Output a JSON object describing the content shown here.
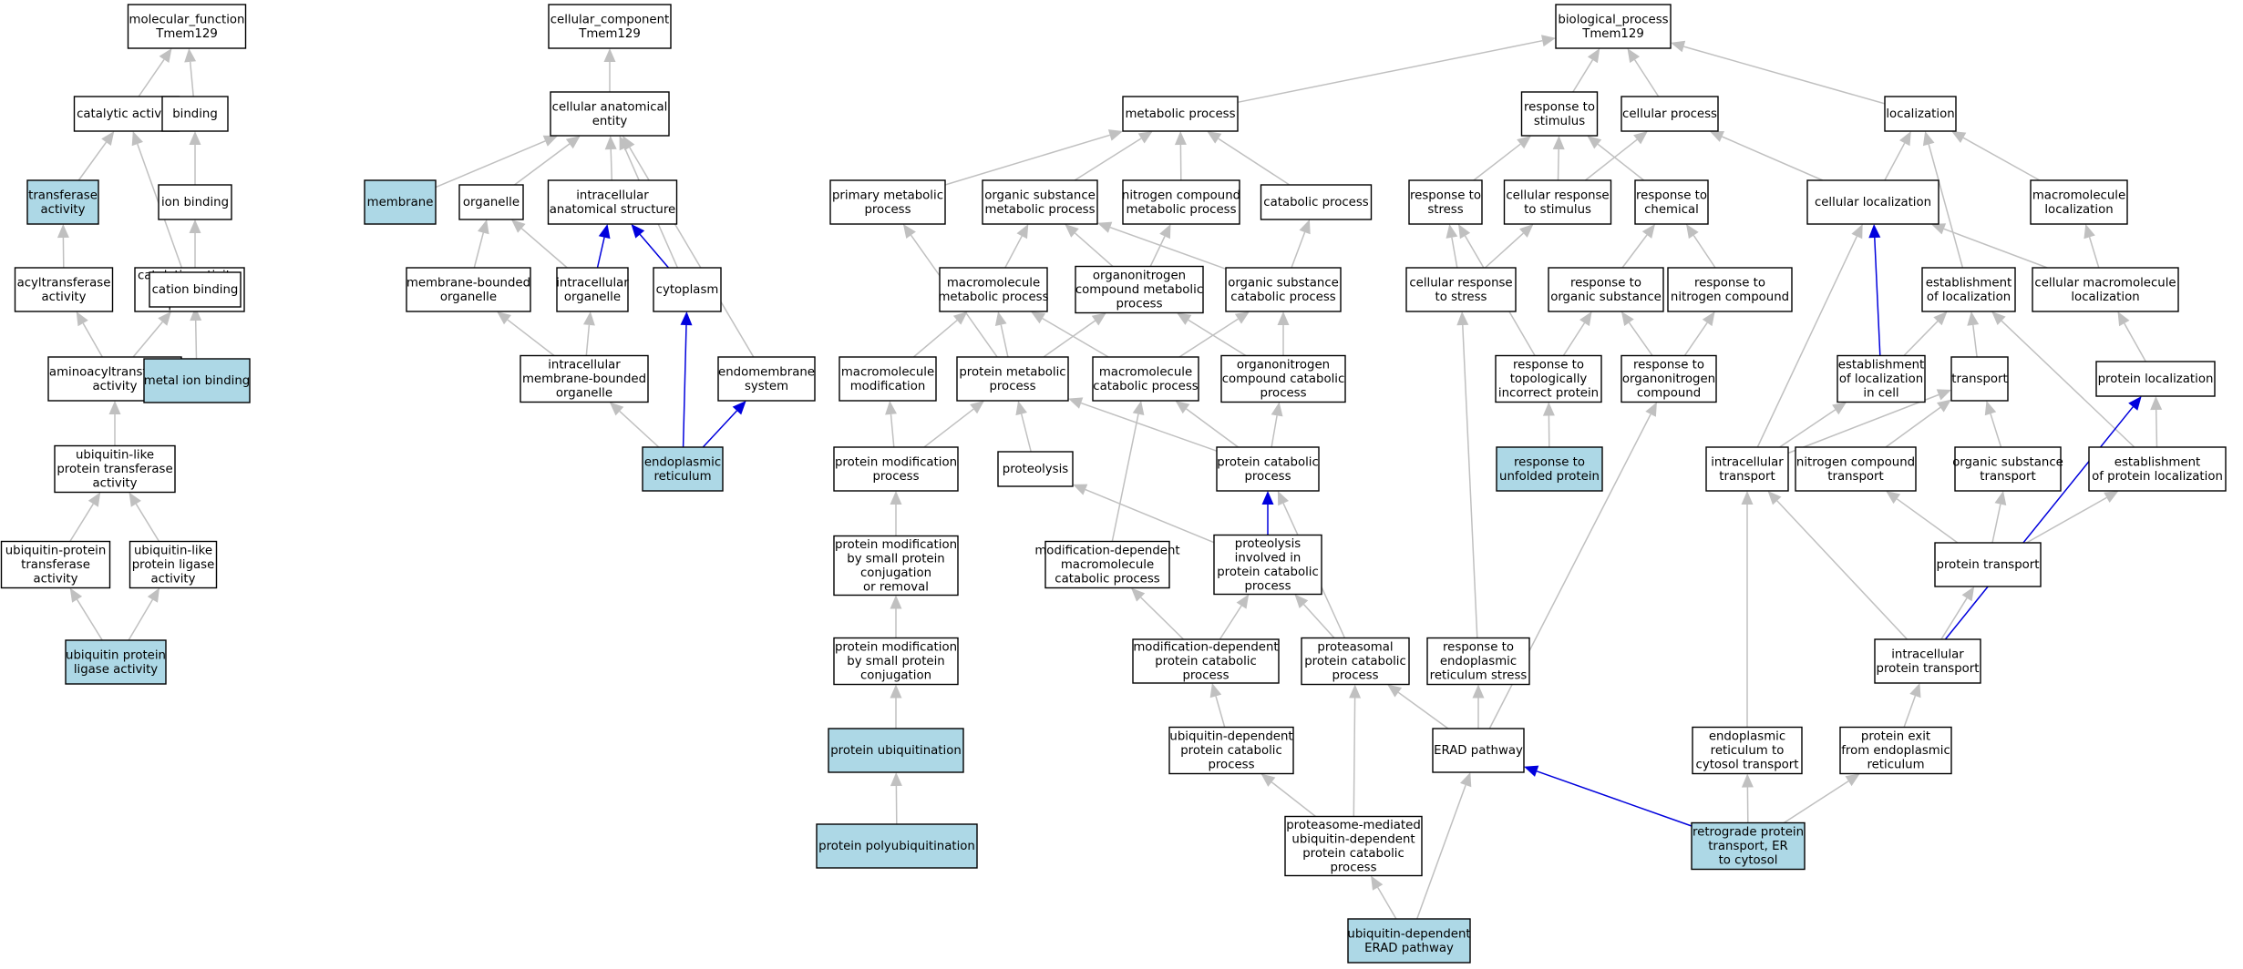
{
  "colors": {
    "highlight_fill": "#add8e6",
    "node_fill": "#ffffff",
    "is_a_edge": "#c0c0c0",
    "part_of_edge": "#0000dd"
  },
  "nodes": {
    "mf_root": {
      "lines": [
        "molecular_function",
        "Tmem129"
      ]
    },
    "catalytic": {
      "lines": [
        "catalytic activity"
      ]
    },
    "binding": {
      "lines": [
        "binding"
      ]
    },
    "transferase": {
      "lines": [
        "transferase",
        "activity"
      ],
      "highlight": true
    },
    "ion_binding": {
      "lines": [
        "ion binding"
      ]
    },
    "acyltransferase": {
      "lines": [
        "acyltransferase",
        "activity"
      ]
    },
    "cat_protein": {
      "lines": [
        "catalytic activity,",
        "acting on a",
        "protein"
      ]
    },
    "cation_binding": {
      "lines": [
        "cation binding"
      ]
    },
    "aminoacyl": {
      "lines": [
        "aminoacyltransferase",
        "activity"
      ]
    },
    "metal_ion": {
      "lines": [
        "metal ion binding"
      ],
      "highlight": true
    },
    "ubl_transferase": {
      "lines": [
        "ubiquitin-like",
        "protein transferase",
        "activity"
      ]
    },
    "ub_transferase": {
      "lines": [
        "ubiquitin-protein",
        "transferase",
        "activity"
      ]
    },
    "ubl_ligase": {
      "lines": [
        "ubiquitin-like",
        "protein ligase",
        "activity"
      ]
    },
    "ub_ligase": {
      "lines": [
        "ubiquitin protein",
        "ligase activity"
      ],
      "highlight": true
    },
    "cc_root": {
      "lines": [
        "cellular_component",
        "Tmem129"
      ]
    },
    "cae": {
      "lines": [
        "cellular anatomical",
        "entity"
      ]
    },
    "membrane": {
      "lines": [
        "membrane"
      ],
      "highlight": true
    },
    "organelle": {
      "lines": [
        "organelle"
      ]
    },
    "ias": {
      "lines": [
        "intracellular",
        "anatomical structure"
      ]
    },
    "mbo": {
      "lines": [
        "membrane-bounded",
        "organelle"
      ]
    },
    "io": {
      "lines": [
        "intracellular",
        "organelle"
      ]
    },
    "cytoplasm": {
      "lines": [
        "cytoplasm"
      ]
    },
    "imbo": {
      "lines": [
        "intracellular",
        "membrane-bounded",
        "organelle"
      ]
    },
    "endomembrane": {
      "lines": [
        "endomembrane",
        "system"
      ]
    },
    "er": {
      "lines": [
        "endoplasmic",
        "reticulum"
      ],
      "highlight": true
    },
    "bp_root": {
      "lines": [
        "biological_process",
        "Tmem129"
      ]
    },
    "metabolic": {
      "lines": [
        "metabolic process"
      ]
    },
    "resp_stim": {
      "lines": [
        "response to",
        "stimulus"
      ]
    },
    "cell_proc": {
      "lines": [
        "cellular process"
      ]
    },
    "localization": {
      "lines": [
        "localization"
      ]
    },
    "primary_met": {
      "lines": [
        "primary metabolic",
        "process"
      ]
    },
    "org_sub_met": {
      "lines": [
        "organic substance",
        "metabolic process"
      ]
    },
    "n_comp_met": {
      "lines": [
        "nitrogen compound",
        "metabolic process"
      ]
    },
    "catabolic": {
      "lines": [
        "catabolic process"
      ]
    },
    "resp_stress": {
      "lines": [
        "response to",
        "stress"
      ]
    },
    "cell_resp_stim": {
      "lines": [
        "cellular response",
        "to stimulus"
      ]
    },
    "resp_chem": {
      "lines": [
        "response to",
        "chemical"
      ]
    },
    "cell_loc": {
      "lines": [
        "cellular localization"
      ]
    },
    "macro_loc": {
      "lines": [
        "macromolecule",
        "localization"
      ]
    },
    "macro_met": {
      "lines": [
        "macromolecule",
        "metabolic process"
      ]
    },
    "orgN_met": {
      "lines": [
        "organonitrogen",
        "compound metabolic",
        "process"
      ]
    },
    "org_sub_cat": {
      "lines": [
        "organic substance",
        "catabolic process"
      ]
    },
    "cell_resp_stress": {
      "lines": [
        "cellular response",
        "to stress"
      ]
    },
    "resp_org_sub": {
      "lines": [
        "response to",
        "organic substance"
      ]
    },
    "resp_n_comp": {
      "lines": [
        "response to",
        "nitrogen compound"
      ]
    },
    "est_loc": {
      "lines": [
        "establishment",
        "of localization"
      ]
    },
    "cell_macro_loc": {
      "lines": [
        "cellular macromolecule",
        "localization"
      ]
    },
    "macro_mod": {
      "lines": [
        "macromolecule",
        "modification"
      ]
    },
    "prot_met": {
      "lines": [
        "protein metabolic",
        "process"
      ]
    },
    "macro_cat": {
      "lines": [
        "macromolecule",
        "catabolic process"
      ]
    },
    "orgN_cat": {
      "lines": [
        "organonitrogen",
        "compound catabolic",
        "process"
      ]
    },
    "resp_top": {
      "lines": [
        "response to",
        "topologically",
        "incorrect protein"
      ]
    },
    "resp_orgN": {
      "lines": [
        "response to",
        "organonitrogen",
        "compound"
      ]
    },
    "est_loc_cell": {
      "lines": [
        "establishment",
        "of localization",
        "in cell"
      ]
    },
    "transport": {
      "lines": [
        "transport"
      ]
    },
    "prot_loc": {
      "lines": [
        "protein localization"
      ]
    },
    "prot_mod": {
      "lines": [
        "protein modification",
        "process"
      ]
    },
    "proteolysis": {
      "lines": [
        "proteolysis"
      ]
    },
    "prot_cat": {
      "lines": [
        "protein catabolic",
        "process"
      ]
    },
    "resp_unfolded": {
      "lines": [
        "response to",
        "unfolded protein"
      ],
      "highlight": true
    },
    "ic_transport": {
      "lines": [
        "intracellular",
        "transport"
      ]
    },
    "n_comp_transport": {
      "lines": [
        "nitrogen compound",
        "transport"
      ]
    },
    "org_sub_transport": {
      "lines": [
        "organic substance",
        "transport"
      ]
    },
    "est_prot_loc": {
      "lines": [
        "establishment",
        "of protein localization"
      ]
    },
    "prot_mod_small": {
      "lines": [
        "protein modification",
        "by small protein",
        "conjugation",
        "or removal"
      ]
    },
    "mod_dep_macro": {
      "lines": [
        "modification-dependent",
        "macromolecule",
        "catabolic process"
      ]
    },
    "proteolysis_cat": {
      "lines": [
        "proteolysis",
        "involved in",
        "protein catabolic",
        "process"
      ]
    },
    "prot_transport": {
      "lines": [
        "protein transport"
      ]
    },
    "prot_mod_conj": {
      "lines": [
        "protein modification",
        "by small protein",
        "conjugation"
      ]
    },
    "mod_dep_prot": {
      "lines": [
        "modification-dependent",
        "protein catabolic",
        "process"
      ]
    },
    "proteasomal": {
      "lines": [
        "proteasomal",
        "protein catabolic",
        "process"
      ]
    },
    "resp_er_stress": {
      "lines": [
        "response to",
        "endoplasmic",
        "reticulum stress"
      ]
    },
    "ic_prot_transport": {
      "lines": [
        "intracellular",
        "protein transport"
      ]
    },
    "prot_ubiq": {
      "lines": [
        "protein ubiquitination"
      ],
      "highlight": true
    },
    "ub_dep_cat": {
      "lines": [
        "ubiquitin-dependent",
        "protein catabolic",
        "process"
      ]
    },
    "erad": {
      "lines": [
        "ERAD pathway"
      ]
    },
    "er_cytosol": {
      "lines": [
        "endoplasmic",
        "reticulum to",
        "cytosol transport"
      ]
    },
    "prot_exit": {
      "lines": [
        "protein exit",
        "from endoplasmic",
        "reticulum"
      ]
    },
    "prot_polyubiq": {
      "lines": [
        "protein polyubiquitination"
      ],
      "highlight": true
    },
    "proteasome_med": {
      "lines": [
        "proteasome-mediated",
        "ubiquitin-dependent",
        "protein catabolic",
        "process"
      ]
    },
    "retrograde": {
      "lines": [
        "retrograde protein",
        "transport, ER",
        "to cytosol"
      ],
      "highlight": true
    },
    "ub_erad": {
      "lines": [
        "ubiquitin-dependent",
        "ERAD pathway"
      ],
      "highlight": true
    }
  },
  "edges": [
    {
      "from": "catalytic",
      "to": "mf_root",
      "rel": "is_a"
    },
    {
      "from": "binding",
      "to": "mf_root",
      "rel": "is_a"
    },
    {
      "from": "transferase",
      "to": "catalytic",
      "rel": "is_a"
    },
    {
      "from": "cat_protein",
      "to": "catalytic",
      "rel": "is_a"
    },
    {
      "from": "ion_binding",
      "to": "binding",
      "rel": "is_a"
    },
    {
      "from": "acyltransferase",
      "to": "transferase",
      "rel": "is_a"
    },
    {
      "from": "cation_binding",
      "to": "ion_binding",
      "rel": "is_a"
    },
    {
      "from": "aminoacyl",
      "to": "acyltransferase",
      "rel": "is_a"
    },
    {
      "from": "aminoacyl",
      "to": "cat_protein",
      "rel": "is_a"
    },
    {
      "from": "metal_ion",
      "to": "cation_binding",
      "rel": "is_a"
    },
    {
      "from": "ubl_transferase",
      "to": "aminoacyl",
      "rel": "is_a"
    },
    {
      "from": "ub_transferase",
      "to": "ubl_transferase",
      "rel": "is_a"
    },
    {
      "from": "ubl_ligase",
      "to": "ubl_transferase",
      "rel": "is_a"
    },
    {
      "from": "ub_ligase",
      "to": "ub_transferase",
      "rel": "is_a"
    },
    {
      "from": "ub_ligase",
      "to": "ubl_ligase",
      "rel": "is_a"
    },
    {
      "from": "cae",
      "to": "cc_root",
      "rel": "is_a"
    },
    {
      "from": "membrane",
      "to": "cae",
      "rel": "is_a"
    },
    {
      "from": "organelle",
      "to": "cae",
      "rel": "is_a"
    },
    {
      "from": "ias",
      "to": "cae",
      "rel": "is_a"
    },
    {
      "from": "cytoplasm",
      "to": "cae",
      "rel": "is_a"
    },
    {
      "from": "endomembrane",
      "to": "cae",
      "rel": "is_a"
    },
    {
      "from": "mbo",
      "to": "organelle",
      "rel": "is_a"
    },
    {
      "from": "io",
      "to": "organelle",
      "rel": "is_a"
    },
    {
      "from": "io",
      "to": "ias",
      "rel": "part_of"
    },
    {
      "from": "cytoplasm",
      "to": "ias",
      "rel": "part_of"
    },
    {
      "from": "imbo",
      "to": "mbo",
      "rel": "is_a"
    },
    {
      "from": "imbo",
      "to": "io",
      "rel": "is_a"
    },
    {
      "from": "er",
      "to": "imbo",
      "rel": "is_a"
    },
    {
      "from": "er",
      "to": "cytoplasm",
      "rel": "part_of"
    },
    {
      "from": "er",
      "to": "endomembrane",
      "rel": "part_of"
    },
    {
      "from": "metabolic",
      "to": "bp_root",
      "rel": "is_a"
    },
    {
      "from": "resp_stim",
      "to": "bp_root",
      "rel": "is_a"
    },
    {
      "from": "cell_proc",
      "to": "bp_root",
      "rel": "is_a"
    },
    {
      "from": "localization",
      "to": "bp_root",
      "rel": "is_a"
    },
    {
      "from": "primary_met",
      "to": "metabolic",
      "rel": "is_a"
    },
    {
      "from": "org_sub_met",
      "to": "metabolic",
      "rel": "is_a"
    },
    {
      "from": "n_comp_met",
      "to": "metabolic",
      "rel": "is_a"
    },
    {
      "from": "catabolic",
      "to": "metabolic",
      "rel": "is_a"
    },
    {
      "from": "resp_stress",
      "to": "resp_stim",
      "rel": "is_a"
    },
    {
      "from": "cell_resp_stim",
      "to": "resp_stim",
      "rel": "is_a"
    },
    {
      "from": "cell_resp_stim",
      "to": "cell_proc",
      "rel": "is_a"
    },
    {
      "from": "resp_chem",
      "to": "resp_stim",
      "rel": "is_a"
    },
    {
      "from": "cell_loc",
      "to": "cell_proc",
      "rel": "is_a"
    },
    {
      "from": "cell_loc",
      "to": "localization",
      "rel": "is_a"
    },
    {
      "from": "macro_loc",
      "to": "localization",
      "rel": "is_a"
    },
    {
      "from": "macro_met",
      "to": "org_sub_met",
      "rel": "is_a"
    },
    {
      "from": "orgN_met",
      "to": "org_sub_met",
      "rel": "is_a"
    },
    {
      "from": "orgN_met",
      "to": "n_comp_met",
      "rel": "is_a"
    },
    {
      "from": "org_sub_cat",
      "to": "org_sub_met",
      "rel": "is_a"
    },
    {
      "from": "org_sub_cat",
      "to": "catabolic",
      "rel": "is_a"
    },
    {
      "from": "cell_resp_stress",
      "to": "resp_stress",
      "rel": "is_a"
    },
    {
      "from": "cell_resp_stress",
      "to": "cell_resp_stim",
      "rel": "is_a"
    },
    {
      "from": "resp_org_sub",
      "to": "resp_chem",
      "rel": "is_a"
    },
    {
      "from": "resp_n_comp",
      "to": "resp_chem",
      "rel": "is_a"
    },
    {
      "from": "est_loc",
      "to": "localization",
      "rel": "is_a"
    },
    {
      "from": "cell_macro_loc",
      "to": "cell_loc",
      "rel": "is_a"
    },
    {
      "from": "cell_macro_loc",
      "to": "macro_loc",
      "rel": "is_a"
    },
    {
      "from": "macro_mod",
      "to": "macro_met",
      "rel": "is_a"
    },
    {
      "from": "prot_met",
      "to": "primary_met",
      "rel": "is_a"
    },
    {
      "from": "prot_met",
      "to": "macro_met",
      "rel": "is_a"
    },
    {
      "from": "prot_met",
      "to": "orgN_met",
      "rel": "is_a"
    },
    {
      "from": "macro_cat",
      "to": "macro_met",
      "rel": "is_a"
    },
    {
      "from": "macro_cat",
      "to": "org_sub_cat",
      "rel": "is_a"
    },
    {
      "from": "orgN_cat",
      "to": "orgN_met",
      "rel": "is_a"
    },
    {
      "from": "orgN_cat",
      "to": "org_sub_cat",
      "rel": "is_a"
    },
    {
      "from": "resp_top",
      "to": "resp_stress",
      "rel": "is_a"
    },
    {
      "from": "resp_top",
      "to": "resp_org_sub",
      "rel": "is_a"
    },
    {
      "from": "resp_orgN",
      "to": "resp_org_sub",
      "rel": "is_a"
    },
    {
      "from": "resp_orgN",
      "to": "resp_n_comp",
      "rel": "is_a"
    },
    {
      "from": "est_loc_cell",
      "to": "cell_loc",
      "rel": "part_of"
    },
    {
      "from": "est_loc_cell",
      "to": "est_loc",
      "rel": "is_a"
    },
    {
      "from": "transport",
      "to": "est_loc",
      "rel": "is_a"
    },
    {
      "from": "prot_loc",
      "to": "cell_macro_loc",
      "rel": "is_a"
    },
    {
      "from": "prot_mod",
      "to": "macro_mod",
      "rel": "is_a"
    },
    {
      "from": "prot_mod",
      "to": "prot_met",
      "rel": "is_a"
    },
    {
      "from": "proteolysis",
      "to": "prot_met",
      "rel": "is_a"
    },
    {
      "from": "prot_cat",
      "to": "prot_met",
      "rel": "is_a"
    },
    {
      "from": "prot_cat",
      "to": "macro_cat",
      "rel": "is_a"
    },
    {
      "from": "prot_cat",
      "to": "orgN_cat",
      "rel": "is_a"
    },
    {
      "from": "resp_unfolded",
      "to": "resp_top",
      "rel": "is_a"
    },
    {
      "from": "ic_transport",
      "to": "cell_loc",
      "rel": "is_a"
    },
    {
      "from": "ic_transport",
      "to": "est_loc_cell",
      "rel": "is_a"
    },
    {
      "from": "ic_transport",
      "to": "transport",
      "rel": "is_a"
    },
    {
      "from": "n_comp_transport",
      "to": "transport",
      "rel": "is_a"
    },
    {
      "from": "org_sub_transport",
      "to": "transport",
      "rel": "is_a"
    },
    {
      "from": "est_prot_loc",
      "to": "est_loc",
      "rel": "is_a"
    },
    {
      "from": "est_prot_loc",
      "to": "prot_loc",
      "rel": "is_a"
    },
    {
      "from": "prot_mod_small",
      "to": "prot_mod",
      "rel": "is_a"
    },
    {
      "from": "mod_dep_macro",
      "to": "macro_cat",
      "rel": "is_a"
    },
    {
      "from": "proteolysis_cat",
      "to": "proteolysis",
      "rel": "is_a"
    },
    {
      "from": "proteolysis_cat",
      "to": "prot_cat",
      "rel": "part_of"
    },
    {
      "from": "prot_transport",
      "to": "n_comp_transport",
      "rel": "is_a"
    },
    {
      "from": "prot_transport",
      "to": "org_sub_transport",
      "rel": "is_a"
    },
    {
      "from": "prot_transport",
      "to": "est_prot_loc",
      "rel": "is_a"
    },
    {
      "from": "prot_mod_conj",
      "to": "prot_mod_small",
      "rel": "is_a"
    },
    {
      "from": "mod_dep_prot",
      "to": "mod_dep_macro",
      "rel": "is_a"
    },
    {
      "from": "mod_dep_prot",
      "to": "proteolysis_cat",
      "rel": "is_a"
    },
    {
      "from": "proteasomal",
      "to": "proteolysis_cat",
      "rel": "is_a"
    },
    {
      "from": "proteasomal",
      "to": "prot_cat",
      "rel": "is_a"
    },
    {
      "from": "resp_er_stress",
      "to": "cell_resp_stress",
      "rel": "is_a"
    },
    {
      "from": "ic_prot_transport",
      "to": "ic_transport",
      "rel": "is_a"
    },
    {
      "from": "ic_prot_transport",
      "to": "prot_transport",
      "rel": "is_a"
    },
    {
      "from": "ic_prot_transport",
      "to": "prot_loc",
      "rel": "part_of"
    },
    {
      "from": "prot_ubiq",
      "to": "prot_mod_conj",
      "rel": "is_a"
    },
    {
      "from": "ub_dep_cat",
      "to": "mod_dep_prot",
      "rel": "is_a"
    },
    {
      "from": "erad",
      "to": "proteasomal",
      "rel": "is_a"
    },
    {
      "from": "erad",
      "to": "resp_er_stress",
      "rel": "is_a"
    },
    {
      "from": "erad",
      "to": "resp_orgN",
      "rel": "is_a"
    },
    {
      "from": "er_cytosol",
      "to": "ic_transport",
      "rel": "is_a"
    },
    {
      "from": "prot_exit",
      "to": "ic_prot_transport",
      "rel": "is_a"
    },
    {
      "from": "prot_polyubiq",
      "to": "prot_ubiq",
      "rel": "is_a"
    },
    {
      "from": "proteasome_med",
      "to": "ub_dep_cat",
      "rel": "is_a"
    },
    {
      "from": "proteasome_med",
      "to": "proteasomal",
      "rel": "is_a"
    },
    {
      "from": "retrograde",
      "to": "er_cytosol",
      "rel": "is_a"
    },
    {
      "from": "retrograde",
      "to": "prot_exit",
      "rel": "is_a"
    },
    {
      "from": "retrograde",
      "to": "erad",
      "rel": "part_of"
    },
    {
      "from": "ub_erad",
      "to": "proteasome_med",
      "rel": "is_a"
    },
    {
      "from": "ub_erad",
      "to": "erad",
      "rel": "is_a"
    }
  ]
}
